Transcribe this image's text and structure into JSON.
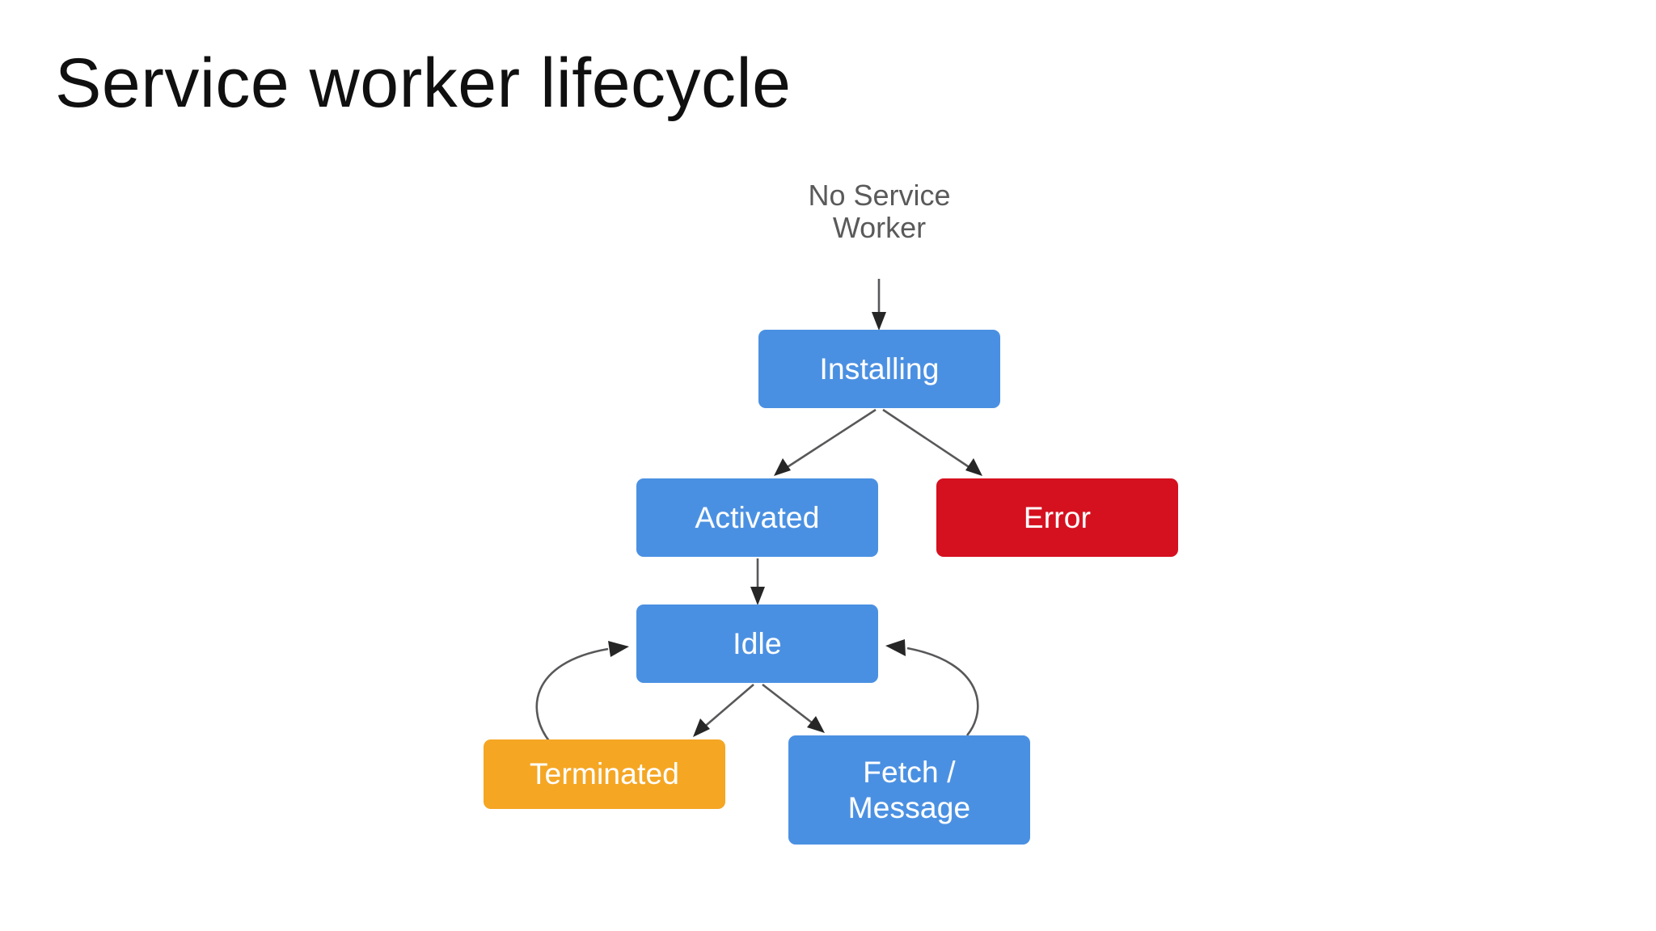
{
  "slide": {
    "title": "Service worker lifecycle",
    "background_color": "#ffffff",
    "title_color": "#101010"
  },
  "diagram": {
    "name": "service-worker-lifecycle-flowchart",
    "colors": {
      "blue": "#4a90e2",
      "red": "#d5101f",
      "orange": "#f5a623",
      "arrow": "#58585a",
      "plain_text": "#5a5a5a",
      "box_text": "#ffffff"
    },
    "nodes": [
      {
        "id": "no-service-worker",
        "label": "No Service\nWorker",
        "style": "plain",
        "color": "#5a5a5a"
      },
      {
        "id": "installing",
        "label": "Installing",
        "style": "box",
        "color": "#4a90e2"
      },
      {
        "id": "activated",
        "label": "Activated",
        "style": "box",
        "color": "#4a90e2"
      },
      {
        "id": "error",
        "label": "Error",
        "style": "box",
        "color": "#d5101f"
      },
      {
        "id": "idle",
        "label": "Idle",
        "style": "box",
        "color": "#4a90e2"
      },
      {
        "id": "terminated",
        "label": "Terminated",
        "style": "box",
        "color": "#f5a623"
      },
      {
        "id": "fetch-message",
        "label": "Fetch /\nMessage",
        "style": "box",
        "color": "#4a90e2"
      }
    ],
    "edges": [
      {
        "from": "no-service-worker",
        "to": "installing",
        "shape": "straight"
      },
      {
        "from": "installing",
        "to": "activated",
        "shape": "straight"
      },
      {
        "from": "installing",
        "to": "error",
        "shape": "straight"
      },
      {
        "from": "activated",
        "to": "idle",
        "shape": "straight"
      },
      {
        "from": "idle",
        "to": "terminated",
        "shape": "straight"
      },
      {
        "from": "idle",
        "to": "fetch-message",
        "shape": "straight"
      },
      {
        "from": "terminated",
        "to": "idle",
        "shape": "curved"
      },
      {
        "from": "fetch-message",
        "to": "idle",
        "shape": "curved"
      }
    ]
  }
}
